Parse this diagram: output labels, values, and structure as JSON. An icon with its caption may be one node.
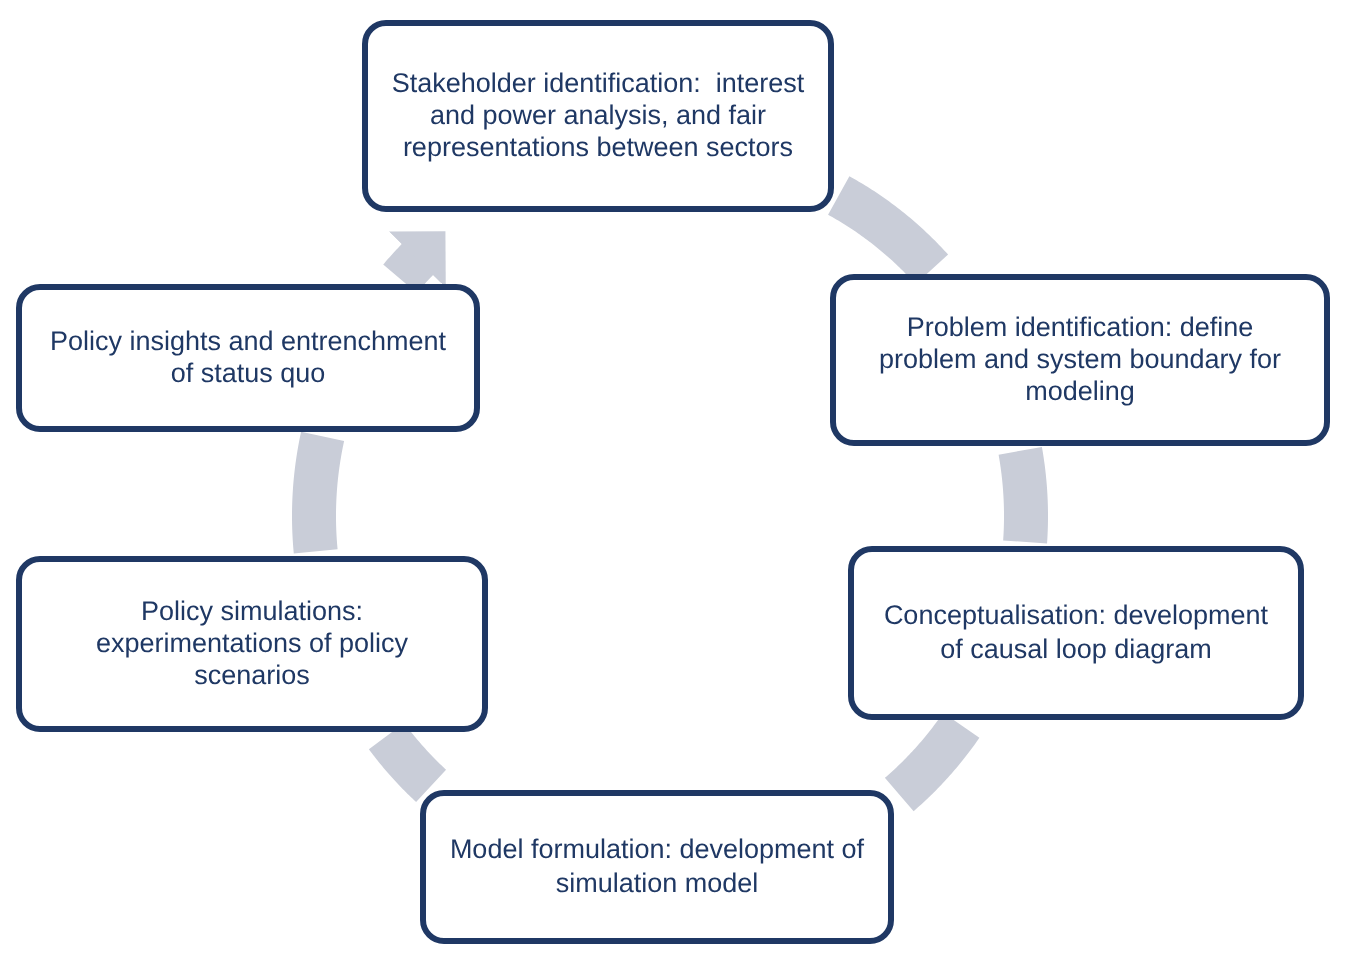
{
  "diagram": {
    "nodes": [
      {
        "text": [
          "Stakeholder identification:  interest and power analysis, and fair representations between sectors"
        ]
      },
      {
        "text": [
          "Problem identification: define problem and system boundary for modeling"
        ]
      },
      {
        "text": [
          "Conceptualisation: development of causal loop diagram"
        ]
      },
      {
        "text": [
          "Model formulation: development of simulation model"
        ]
      },
      {
        "text": [
          "Policy simulations: experimentations of policy scenarios"
        ]
      },
      {
        "text": [
          "Policy insights and entrenchment of status quo"
        ]
      }
    ],
    "edges": [
      {
        "from": 0,
        "to": 1,
        "arrow": "none"
      },
      {
        "from": 1,
        "to": 2,
        "arrow": "none"
      },
      {
        "from": 2,
        "to": 3,
        "arrow": "none"
      },
      {
        "from": 3,
        "to": 4,
        "arrow": "none"
      },
      {
        "from": 4,
        "to": 5,
        "arrow": "none"
      },
      {
        "from": 5,
        "to": 0,
        "arrow": "to"
      }
    ]
  }
}
